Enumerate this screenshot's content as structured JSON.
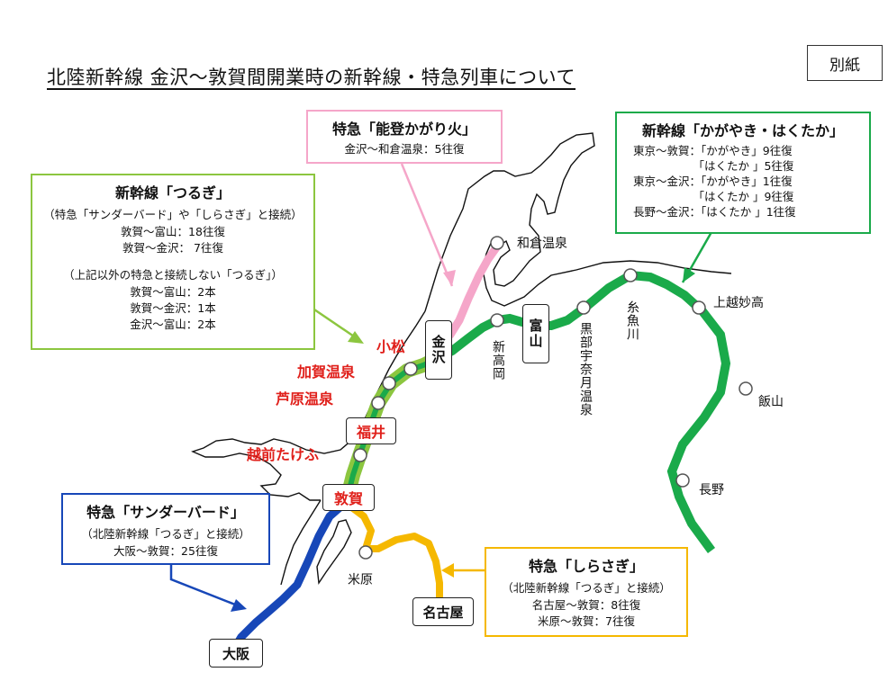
{
  "header": {
    "title": "北陸新幹線 金沢～敦賀間開業時の新幹線・特急列車について",
    "ref_label": "別紙"
  },
  "colors": {
    "shinkansen_green": "#1aaa4a",
    "extension_lightgreen": "#8cc63f",
    "noto_pink": "#f5a6c9",
    "thunderbird_blue": "#1747b8",
    "shirasagi_yellow": "#f5b800",
    "red_label": "#e0201b"
  },
  "boxes": {
    "noto": {
      "title": "特急「能登かがり火」",
      "lines": [
        "金沢～和倉温泉：5往復"
      ]
    },
    "kagayaki": {
      "title": "新幹線「かがやき・はくたか」",
      "lines": [
        "東京～敦賀：「かがやき」9往復",
        "　　　　　 「はくたか 」5往復",
        "東京～金沢：「かがやき」1往復",
        "　　　　　 「はくたか 」9往復",
        "長野～金沢：「はくたか 」1往復"
      ]
    },
    "tsurugi": {
      "title": "新幹線「つるぎ」",
      "subtitle": "（特急「サンダーバード」や「しらさぎ」と接続）",
      "lines1": [
        "敦賀～富山：18往復",
        "敦賀～金沢：  7往復"
      ],
      "note": "（上記以外の特急と接続しない「つるぎ」）",
      "lines2": [
        "敦賀～富山：2本",
        "敦賀～金沢：1本",
        "金沢～富山：2本"
      ]
    },
    "thunderbird": {
      "title": "特急「サンダーバード」",
      "subtitle": "（北陸新幹線「つるぎ」と接続）",
      "lines": [
        "大阪～敦賀：25往復"
      ]
    },
    "shirasagi": {
      "title": "特急「しらさぎ」",
      "subtitle": "（北陸新幹線「つるぎ」と接続）",
      "lines": [
        "名古屋～敦賀：8往復",
        "米原～敦賀：7往復"
      ]
    }
  },
  "stations": {
    "kanazawa": "金沢",
    "toyama": "富山",
    "fukui": "福井",
    "tsuruga": "敦賀",
    "osaka": "大阪",
    "nagoya": "名古屋",
    "wakura": "和倉温泉",
    "shintakaoka": "新高岡",
    "kurobe": "黒部宇奈月温泉",
    "itoigawa": "糸魚川",
    "joetsu": "上越妙高",
    "iiyama": "飯山",
    "nagano": "長野",
    "maibara": "米原",
    "komatsu": "小松",
    "kaga": "加賀温泉",
    "awara": "芦原温泉",
    "echizen": "越前たけふ"
  }
}
